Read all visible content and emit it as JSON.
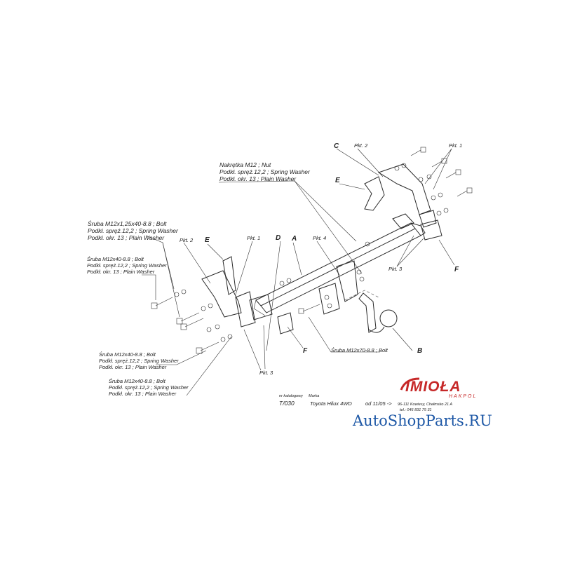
{
  "callouts": {
    "nut": [
      "Nakrętka M12 ; Nut",
      "Podkł. spręż.12,2 ; Spring Washer",
      "Podkł. okr. 13 ; Plain Washer"
    ],
    "bolt_fine": [
      "Śruba M12x1,25x40-8.8 ; Bolt",
      "Podkł. spręż.12,2 ; Spring Washer",
      "Podkł. okr. 13 ; Plain Washer"
    ],
    "bolt_left": [
      "Śruba M12x40-8.8 ; Bolt",
      "Podkł. spręż.12,2 ; Spring Washer",
      "Podkł. okr. 13 ; Plain Washer"
    ],
    "bolt_mid": [
      "Śruba M12x40-8.8 ; Bolt",
      "Podkł. spręż.12,2 ; Spring Washer",
      "Podkł. okr. 13 ; Plain Washer"
    ],
    "bolt_low": [
      "Śruba M12x40-8.8 ; Bolt",
      "Podkł. spręż.12,2 ; Spring Washer",
      "Podkł. okr. 13 ; Plain Washer"
    ],
    "bolt_long": "Śruba M12x70-8.8 ; Bolt"
  },
  "points": {
    "pkt1": "Pkt. 1",
    "pkt2": "Pkt. 2",
    "pkt3": "Pkt. 3",
    "pkt4": "Pkt. 4"
  },
  "part_letters": {
    "a": "A",
    "b": "B",
    "c": "C",
    "d": "D",
    "e": "E",
    "f": "F"
  },
  "title_block": {
    "catalog_label": "nr katalogowy",
    "brand_label": "Marka",
    "catalog_no": "T/030",
    "model": "Toyota Hilux 4WD",
    "from_year": "od 11/05 ->",
    "address": "96-111 Kowiesy, Chełmsko 21 A",
    "phone": "tel.: 046 831 75 31"
  },
  "brand": {
    "name": "IMIOŁA",
    "sub": "HAKPOL",
    "color": "#c62828"
  },
  "watermark": {
    "text": "AutoShopParts.RU",
    "color": "#1e58a6"
  }
}
